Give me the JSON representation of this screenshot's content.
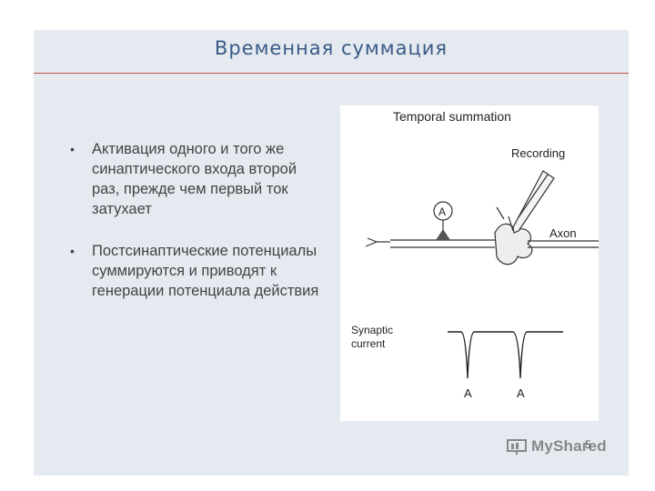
{
  "slide": {
    "title": "Временная суммация",
    "bullets": [
      "Активация одного и того же синаптического входа второй раз, прежде чем первый ток затухает",
      "Постсинаптические потенциалы суммируются и приводят к генерации потенциала действия"
    ],
    "page_number": "5"
  },
  "figure": {
    "title": "Temporal summation",
    "recording_label": "Recording",
    "axon_label": "Axon",
    "input_label": "A",
    "synaptic_current_label_line1": "Synaptic",
    "synaptic_current_label_line2": "current",
    "pulse_labels": [
      "A",
      "A"
    ]
  },
  "watermark": {
    "brand": "MyShared"
  },
  "colors": {
    "title": "#3a5a85",
    "rule": "#c0504d",
    "slide_bg": "#e4eaf0"
  }
}
